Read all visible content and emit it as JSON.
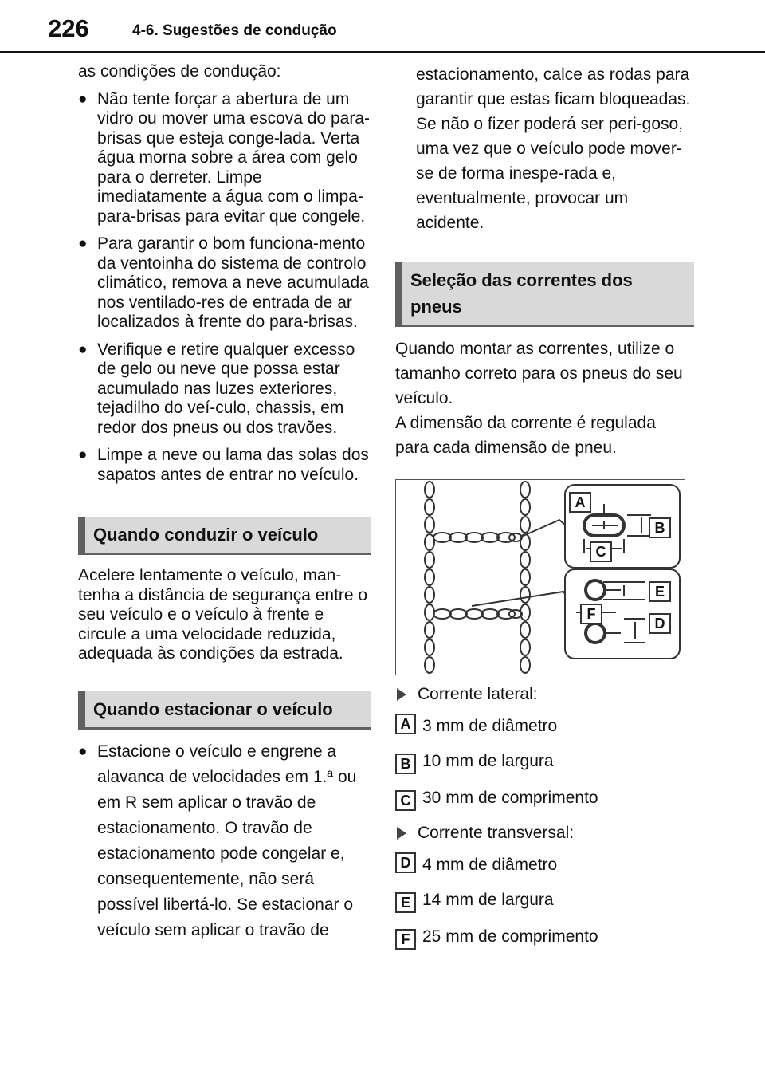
{
  "header": {
    "page_number": "226",
    "section": "4-6. Sugestões de condução"
  },
  "left": {
    "intro": "as condições de condução:",
    "bullets": [
      "Não tente forçar a abertura de um vidro ou mover uma escova do para-brisas que esteja conge-lada. Verta água morna sobre a área com gelo para o derreter. Limpe imediatamente a água com o limpa-para-brisas para evitar que congele.",
      "Para garantir o bom funciona-mento da ventoinha do sistema de controlo climático, remova a neve acumulada nos ventilado-res de entrada de ar localizados à frente do para-brisas.",
      "Verifique e retire qualquer excesso de gelo ou neve que possa estar acumulado nas luzes exteriores, tejadilho do veí-culo, chassis, em redor dos pneus ou dos travões.",
      "Limpe a neve ou lama das solas dos sapatos antes de entrar no veículo."
    ],
    "heading_driving": "Quando conduzir o veículo",
    "driving_text": "Acelere lentamente o veículo, man-tenha a distância de segurança entre o seu veículo e o veículo à frente e circule a uma velocidade reduzida, adequada às condições da estrada.",
    "heading_parking": "Quando estacionar o veículo",
    "parking_bullet": "Estacione o veículo e engrene a alavanca de velocidades em 1.ª ou em R sem aplicar o travão de estacionamento. O travão de estacionamento pode congelar e, consequentemente, não será possível libertá-lo. Se estacionar o veículo sem aplicar o travão de"
  },
  "right": {
    "continuation": "estacionamento, calce as rodas para garantir que estas ficam bloqueadas.",
    "warning": "Se não o fizer poderá ser peri-goso, uma vez que o veículo pode mover-se de forma inespe-rada e, eventualmente, provocar um acidente.",
    "heading_chains": "Seleção das correntes dos pneus",
    "chains_text_1": "Quando montar as correntes, utilize o tamanho correto para os pneus do seu veículo.",
    "chains_text_2": "A dimensão da corrente é regulada para cada dimensão de pneu.",
    "figure_labels": [
      "A",
      "B",
      "C",
      "E",
      "F",
      "D"
    ],
    "side_chain_title": "Corrente lateral:",
    "side_chain_specs": [
      {
        "label": "A",
        "text": "3 mm de diâmetro"
      },
      {
        "label": "B",
        "text": "10 mm de largura"
      },
      {
        "label": "C",
        "text": "30 mm de comprimento"
      }
    ],
    "cross_chain_title": "Corrente transversal:",
    "cross_chain_specs": [
      {
        "label": "D",
        "text": "4 mm de diâmetro"
      },
      {
        "label": "E",
        "text": "14 mm de largura"
      },
      {
        "label": "F",
        "text": "25 mm de comprimento"
      }
    ]
  }
}
